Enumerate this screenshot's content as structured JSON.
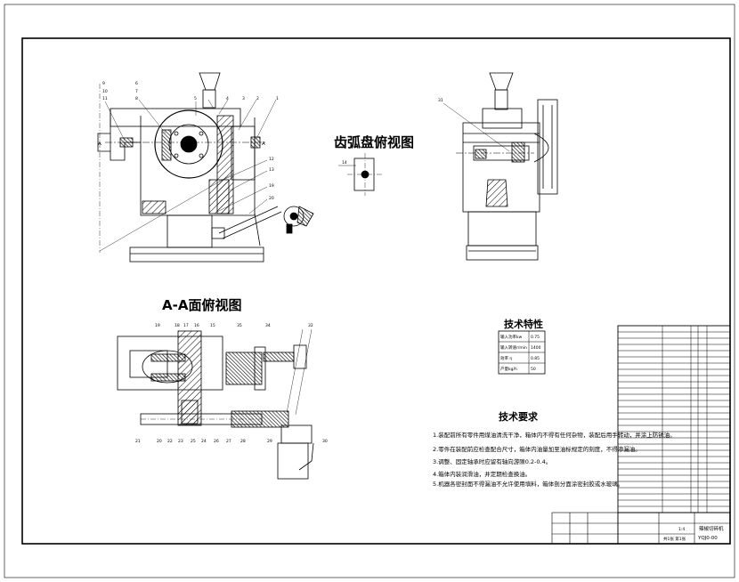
{
  "views": {
    "gear_view_title": "齿弧盘俯视图",
    "section_view_title": "A-A面俯视图"
  },
  "section_marks": {
    "left": "A",
    "right": "A"
  },
  "callouts": {
    "main": [
      "9",
      "10",
      "11",
      "6",
      "7",
      "8",
      "5",
      "4",
      "3",
      "2",
      "1",
      "12",
      "13",
      "19",
      "20",
      "A",
      "A"
    ],
    "side": [
      "31"
    ],
    "gear": [
      "14"
    ],
    "section": [
      "19",
      "18",
      "17",
      "16",
      "15",
      "35",
      "34",
      "32",
      "21",
      "20",
      "22",
      "23",
      "25",
      "24",
      "26",
      "27",
      "28",
      "29",
      "30"
    ]
  },
  "tech_specs": {
    "title": "技术特性",
    "rows": [
      [
        "输入功率kw",
        "0.75"
      ],
      [
        "输入转速r/min",
        "1400"
      ],
      [
        "效率 η",
        "0.85"
      ],
      [
        "产量kg/h",
        "50"
      ]
    ]
  },
  "tech_requirements": {
    "title": "技术要求",
    "items": [
      "1.装配前所有零件用煤油清洗干净，箱体内不得有任何杂物，装配后用手转动，并涂上防锈油。",
      "2.零件在装配前应检查配合尺寸，箱体内油量加至油标规定的刻度，不得渗漏油。",
      "3.调整、固定轴承时应留有轴向游隙0.2-0.4。",
      "4.箱体内装润滑油，并定期检查换油。",
      "5.机器各密封面不得漏油不允许使用填料，箱体剖分面涂密封胶或水玻璃。"
    ]
  },
  "title_block": {
    "drawing_name": "辣椒切碎机",
    "drawing_no": "YQJ0-00",
    "scale": "1:4",
    "sheet": "共1张 第1张"
  }
}
